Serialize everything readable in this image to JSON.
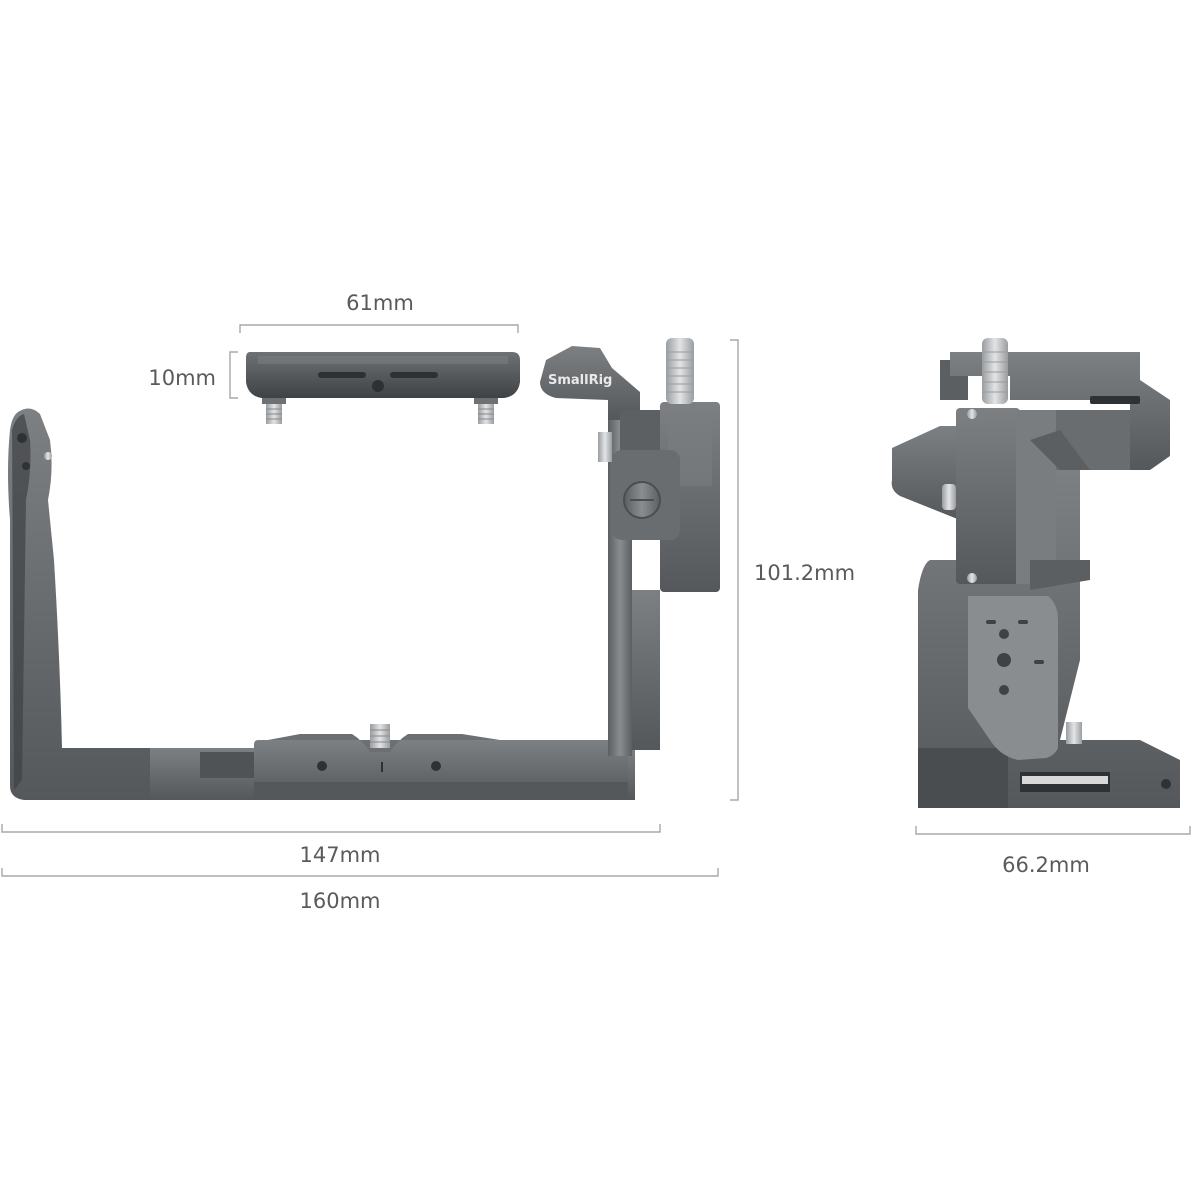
{
  "brand": "SmallRig",
  "colors": {
    "background": "#ffffff",
    "metal_dark": "#4a4d50",
    "metal_mid": "#6b6e71",
    "metal_light": "#8d9093",
    "dimension_line": "#a8a8a8",
    "label_text": "#5a5a5a"
  },
  "front_view": {
    "top_plate_width": "61mm",
    "top_plate_height": "10mm",
    "cage_height": "101.2mm",
    "inner_width": "147mm",
    "overall_width": "160mm"
  },
  "side_view": {
    "depth": "66.2mm"
  }
}
